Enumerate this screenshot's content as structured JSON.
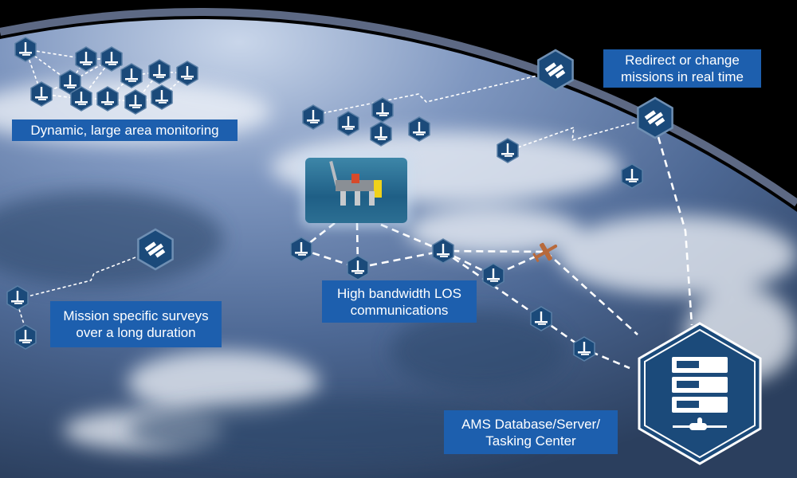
{
  "labels": {
    "monitoring": "Dynamic, large area monitoring",
    "redirect": "Redirect or change missions in real time",
    "surveys": "Mission specific surveys over a long duration",
    "los": "High bandwidth LOS communications",
    "server": "AMS Database/Server/ Tasking Center"
  },
  "colors": {
    "label_bg": "#1d5fae",
    "node_fill": "#1b4a7a",
    "node_stroke": "#5a7fa6",
    "plane": "#b86a3c"
  },
  "icons": [
    "drone-node-icon",
    "satellite-hub-icon",
    "server-icon",
    "aircraft-icon",
    "oil-platform-image"
  ]
}
